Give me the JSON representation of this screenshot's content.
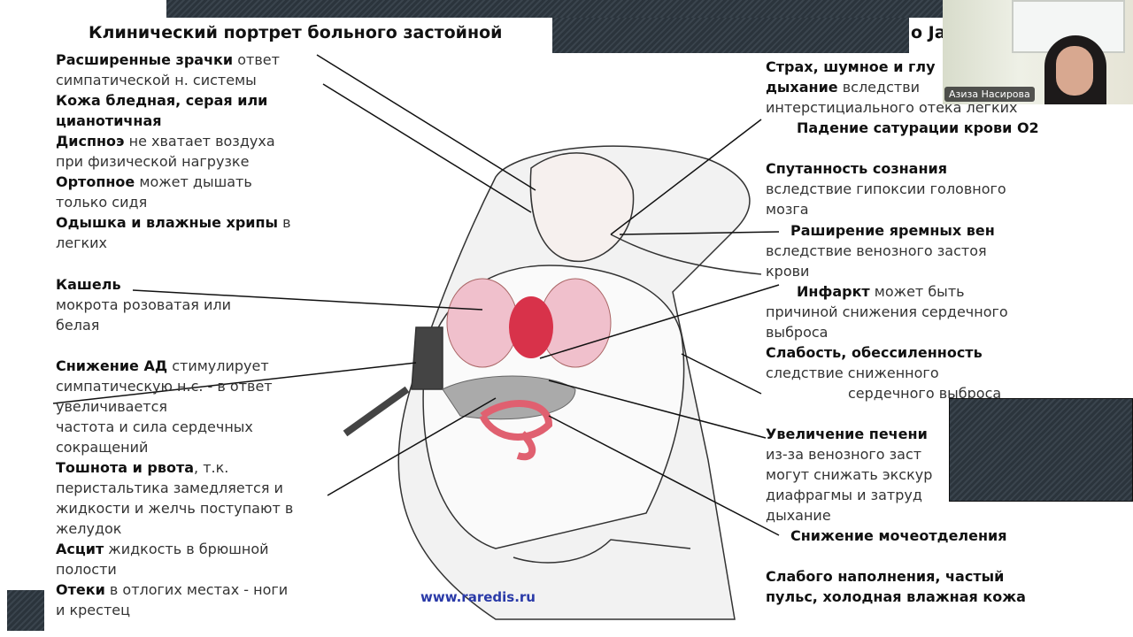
{
  "slide": {
    "title": "Клинический портрет больного застойной",
    "title_tail": "о Ja",
    "watermark": "www.raredis.ru",
    "left": [
      {
        "b": "Расширенные зрачки",
        "t": " ответ"
      },
      {
        "b": "",
        "t": "симпатической н. системы"
      },
      {
        "b": "Кожа бледная, серая или",
        "t": ""
      },
      {
        "b": "цианотичная",
        "t": ""
      },
      {
        "b": "Диспноэ",
        "t": " не хватает воздуха"
      },
      {
        "b": "",
        "t": "при физической нагрузке"
      },
      {
        "b": "Ортопное",
        "t": " может дышать"
      },
      {
        "b": "",
        "t": "только сидя"
      },
      {
        "b": "Одышка и влажные хрипы",
        "t": " в"
      },
      {
        "b": "",
        "t": "легких"
      },
      {
        "b": "Кашель",
        "t": ""
      },
      {
        "b": "",
        "t": "мокрота розоватая или"
      },
      {
        "b": "",
        "t": "белая"
      },
      {
        "b": "Снижение АД",
        "t": " стимулирует"
      },
      {
        "b": "",
        "t": "симпатическую н.с. - в ответ"
      },
      {
        "b": "",
        "t": "увеличивается"
      },
      {
        "b": "",
        "t": "частота и сила сердечных"
      },
      {
        "b": "",
        "t": "сокращений"
      },
      {
        "b": "Тошнота и рвота",
        "t": ", т.к."
      },
      {
        "b": "",
        "t": "перистальтика замедляется и"
      },
      {
        "b": "",
        "t": "жидкости и желчь поступают в"
      },
      {
        "b": "",
        "t": "желудок"
      },
      {
        "b": "Асцит",
        "t": " жидкость в брюшной"
      },
      {
        "b": "",
        "t": "полости"
      },
      {
        "b": "Отеки",
        "t": " в отлогих местах - ноги"
      },
      {
        "b": "",
        "t": "и крестец"
      }
    ],
    "right": [
      {
        "b": "Страх, шумное и глу",
        "t": ""
      },
      {
        "b": "дыхание",
        "t": " вследстви"
      },
      {
        "b": "",
        "t": "интерстициального отека легких"
      },
      {
        "b": "Падение сатурации крови О2",
        "t": ""
      },
      {
        "b": "Спутанность сознания",
        "t": ""
      },
      {
        "b": "",
        "t": "вследствие гипоксии головного"
      },
      {
        "b": "",
        "t": "мозга"
      },
      {
        "b": "Раширение яремных вен",
        "t": ""
      },
      {
        "b": "",
        "t": "вследствие венозного застоя"
      },
      {
        "b": "",
        "t": "крови"
      },
      {
        "b": "Инфаркт",
        "t": " может быть"
      },
      {
        "b": "",
        "t": "причиной снижения сердечного"
      },
      {
        "b": "",
        "t": "выброса"
      },
      {
        "b": "Слабость, обессиленность",
        "t": ""
      },
      {
        "b": "",
        "t": "следствие сниженного"
      },
      {
        "b": "",
        "t": "сердечного выброса"
      },
      {
        "b": "Увеличение печени",
        "t": ""
      },
      {
        "b": "",
        "t": "из-за венозного заст"
      },
      {
        "b": "",
        "t": "могут снижать экскур"
      },
      {
        "b": "",
        "t": "диафрагмы и затруд"
      },
      {
        "b": "",
        "t": "дыхание"
      },
      {
        "b": "Снижение мочеотделения",
        "t": ""
      },
      {
        "b": "Слабого наполнения, частый",
        "t": ""
      },
      {
        "b": "пульс, холодная влажная кожа",
        "t": ""
      }
    ]
  },
  "webcam": {
    "participant_name": "Азиза Насирова"
  }
}
